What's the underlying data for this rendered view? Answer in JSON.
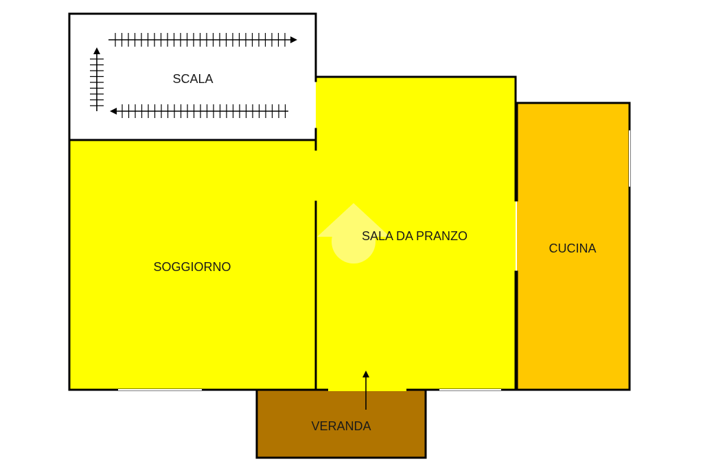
{
  "rooms": {
    "scala": {
      "label": "SCALA",
      "color": "#ffffff"
    },
    "soggiorno": {
      "label": "SOGGIORNO",
      "color": "#ffff00"
    },
    "sala_da_pranzo": {
      "label": "SALA DA PRANZO",
      "color": "#ffff00"
    },
    "cucina": {
      "label": "CUCINA",
      "color": "#ffc800"
    },
    "veranda": {
      "label": "VERANDA",
      "color": "#b07400"
    }
  },
  "colors": {
    "wall": "#000000",
    "watermark": "#fff6c0"
  }
}
